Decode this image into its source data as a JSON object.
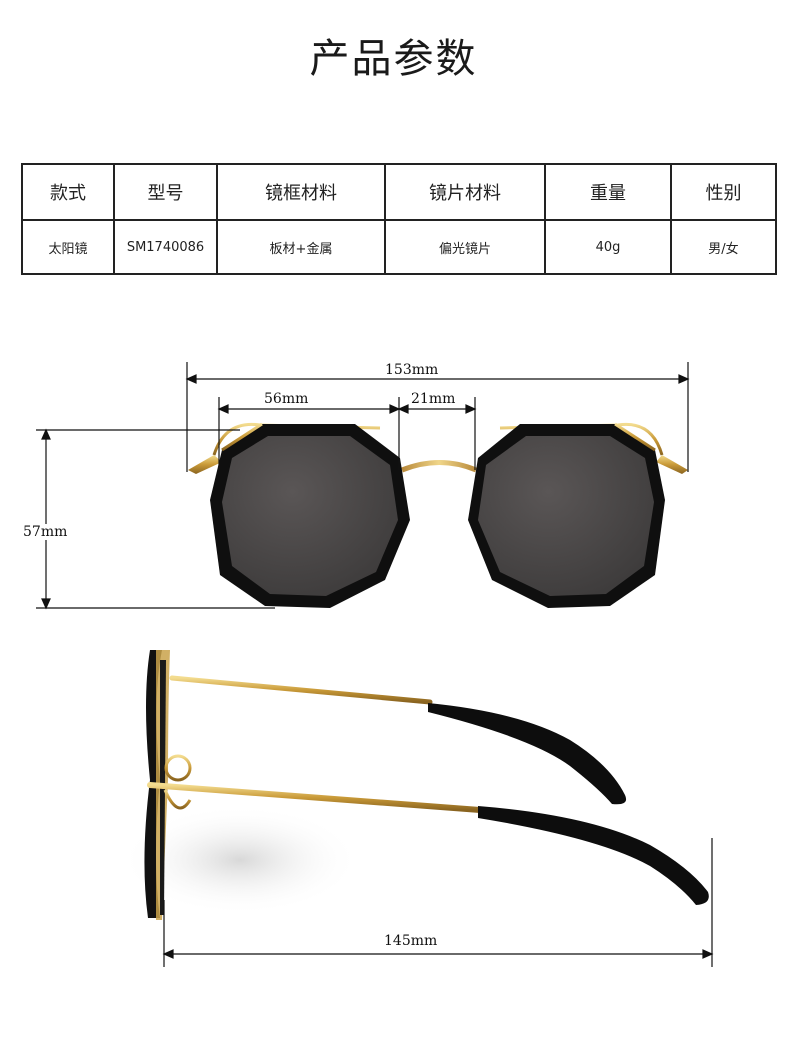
{
  "title": "产品参数",
  "params_table": {
    "headers": [
      "款式",
      "型号",
      "镜框材料",
      "镜片材料",
      "重量",
      "性别"
    ],
    "values": [
      "太阳镜",
      "SM1740086",
      "板材+金属",
      "偏光镜片",
      "40g",
      "男/女"
    ]
  },
  "dimensions": {
    "total_width": "153mm",
    "lens_width": "56mm",
    "bridge_width": "21mm",
    "lens_height": "57mm",
    "temple_length": "145mm"
  },
  "colors": {
    "frame": "#0d0d0d",
    "lens": "#4a4a4a",
    "metal": "#c9a24a"
  }
}
